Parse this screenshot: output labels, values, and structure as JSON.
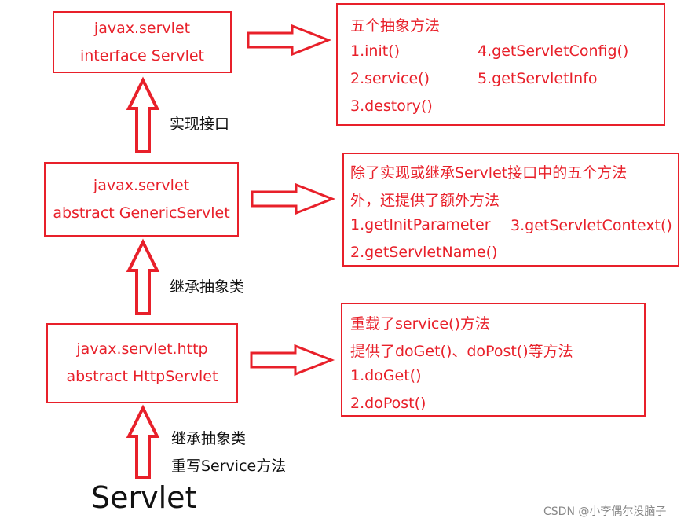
{
  "classes": {
    "servlet": {
      "package": "javax.servlet",
      "name": "interface Servlet"
    },
    "generic": {
      "package": "javax.servlet",
      "name": "abstract GenericServlet"
    },
    "http": {
      "package": "javax.servlet.http",
      "name": "abstract HttpServlet"
    }
  },
  "notes": {
    "servlet": {
      "title": "五个抽象方法",
      "m1": "1.init()",
      "m2": "2.service()",
      "m3": "3.destory()",
      "m4": "4.getServletConfig()",
      "m5": "5.getServletInfo"
    },
    "generic": {
      "line1": "除了实现或继承Servlet接口中的五个方法",
      "line2": "外，还提供了额外方法",
      "m1": "1.getInitParameter",
      "m2": "2.getServletName()",
      "m3": "3.getServletContext()"
    },
    "http": {
      "line1": "重载了service()方法",
      "line2": "提供了doGet()、doPost()等方法",
      "m1": "1.doGet()",
      "m2": "2.doPost()"
    }
  },
  "relations": {
    "implement": "实现接口",
    "extend1": "继承抽象类",
    "extend2": "继承抽象类",
    "override": "重写Service方法"
  },
  "bottom_label": "Servlet",
  "watermark": "CSDN @小李偶尔没脑子",
  "colors": {
    "accent": "#e8202a",
    "text": "#111111"
  }
}
